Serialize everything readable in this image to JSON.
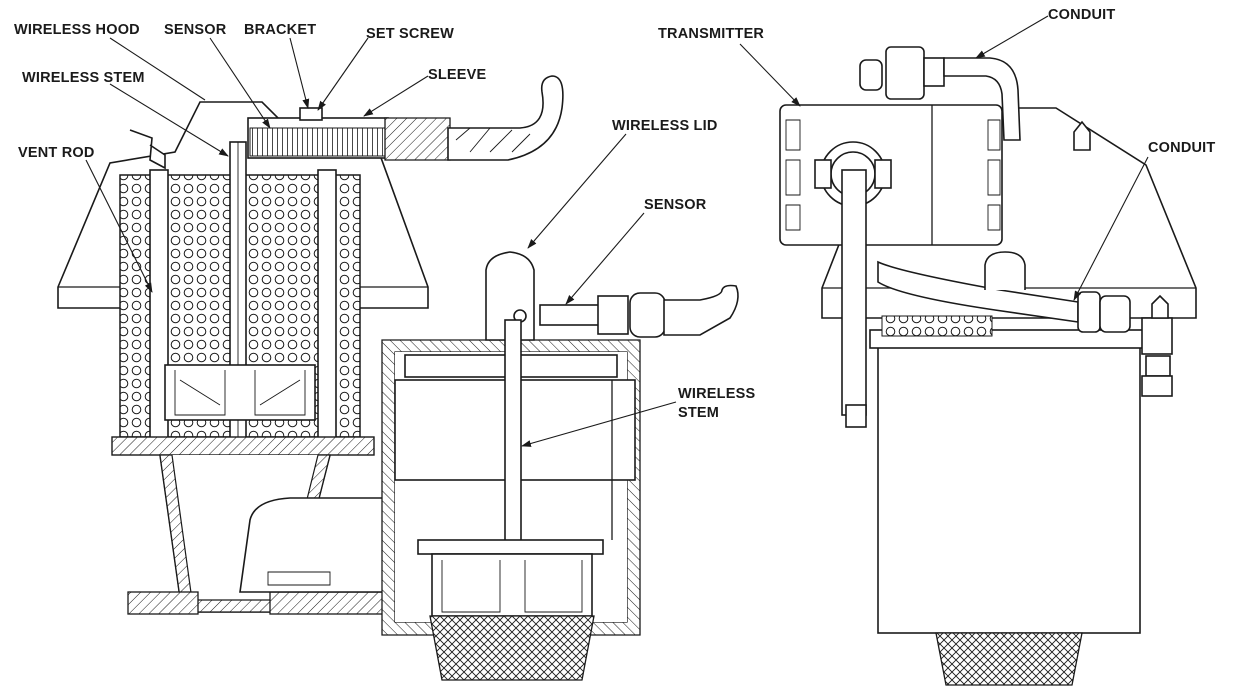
{
  "labels": {
    "wireless_hood": "WIRELESS HOOD",
    "sensor_left": "SENSOR",
    "bracket": "BRACKET",
    "set_screw": "SET SCREW",
    "sleeve": "SLEEVE",
    "wireless_stem_left": "WIRELESS STEM",
    "vent_rod": "VENT ROD",
    "wireless_lid": "WIRELESS LID",
    "sensor_mid": "SENSOR",
    "wireless_stem_mid_line1": "WIRELESS",
    "wireless_stem_mid_line2": "STEM",
    "transmitter": "TRANSMITTER",
    "conduit_top": "CONDUIT",
    "conduit_right": "CONDUIT"
  }
}
